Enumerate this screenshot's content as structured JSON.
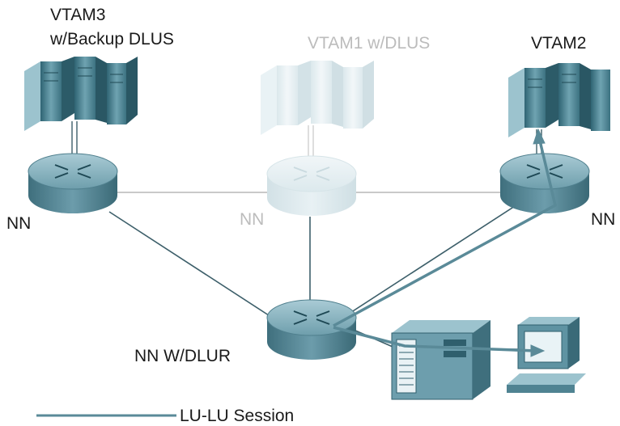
{
  "labels": {
    "vtam3_line1": "VTAM3",
    "vtam3_line2": "w/Backup DLUS",
    "vtam1": "VTAM1 w/DLUS",
    "vtam2": "VTAM2",
    "nn_left": "NN",
    "nn_center": "NN",
    "nn_right": "NN",
    "nn_dlur": "NN W/DLUR",
    "legend": "LU-LU Session"
  },
  "colors": {
    "teal": "#5e8f9e",
    "teal_dark": "#2f5f6d",
    "teal_light": "#8fb8c4",
    "faded": "#d9e6ea",
    "faded_text": "#bcbcbc",
    "session_line": "#5a8a98",
    "link_line": "#3d5f6a"
  }
}
